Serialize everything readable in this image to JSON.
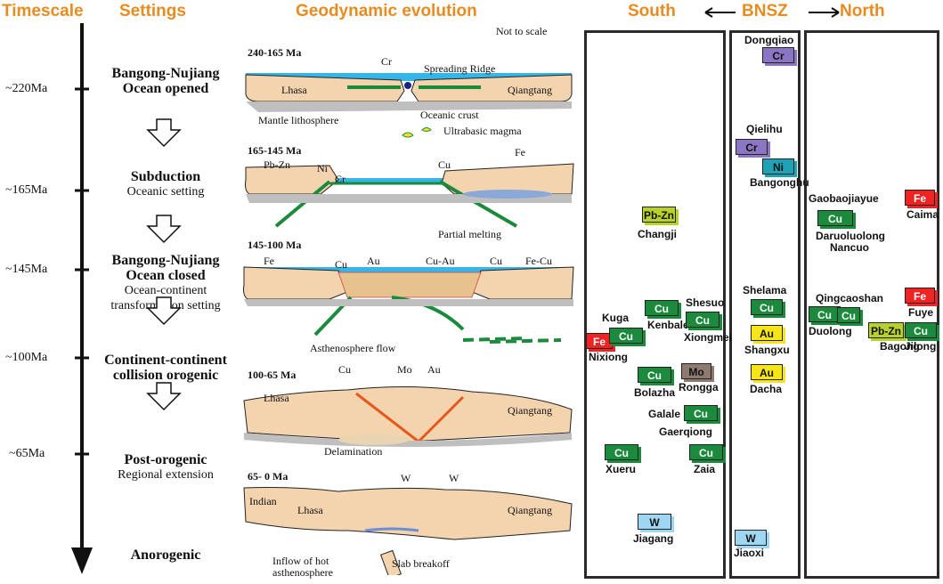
{
  "headers": {
    "timescale": "Timescale",
    "settings": "Settings",
    "evolution": "Geodynamic evolution",
    "south": "South",
    "bnsz": "BNSZ",
    "north": "North"
  },
  "timescale": [
    "~220Ma",
    "~165Ma",
    "~145Ma",
    "~100Ma",
    "~65Ma"
  ],
  "settings": [
    {
      "title": "Bangong-Nujiang\nOcean  opened",
      "sub": ""
    },
    {
      "title": "Subduction",
      "sub": "Oceanic setting"
    },
    {
      "title": "Bangong-Nujiang\nOcean  closed",
      "sub": "Ocean-continent\ntransformation setting"
    },
    {
      "title": "Continent-continent\ncollision orogenic",
      "sub": ""
    },
    {
      "title": "Post-orogenic",
      "sub": "Regional extension"
    },
    {
      "title": "Anorogenic",
      "sub": ""
    }
  ],
  "stages": [
    {
      "age": "240-165 Ma",
      "note": "Not to scale",
      "labels": [
        "Lhasa",
        "Qiangtang",
        "Cr",
        "Spreading Ridge",
        "Mantle lithosphere",
        "Oceanic crust",
        "Ultrabasic magma"
      ]
    },
    {
      "age": "165-145 Ma",
      "labels": [
        "Pb-Zn",
        "Ni",
        "Cr",
        "Cu",
        "Fe",
        "Partial melting"
      ]
    },
    {
      "age": "145-100 Ma",
      "labels": [
        "Fe",
        "Cu",
        "Au",
        "Cu-Au",
        "Cu",
        "Fe-Cu",
        "Asthenosphere flow"
      ]
    },
    {
      "age": "100-65 Ma",
      "labels": [
        "Cu",
        "Mo",
        "Au",
        "Lhasa",
        "Qiangtang",
        "Delamination"
      ]
    },
    {
      "age": "65- 0 Ma",
      "labels": [
        "Indian",
        "Lhasa",
        "W",
        "W",
        "Qiangtang",
        "Inflow of hot\nasthenosphere",
        "Slab breakoff"
      ]
    }
  ],
  "deposits": {
    "south": [
      {
        "m": "Pb-Zn",
        "name": "Changji"
      },
      {
        "m": "Cu",
        "name": "Kenbale"
      },
      {
        "m": "Cu",
        "name": "Shesuo"
      },
      {
        "m": "Cu",
        "name": "Xiongmei"
      },
      {
        "m": "Cu",
        "name": "Kuga"
      },
      {
        "m": "Fe",
        "name": "Nixiong"
      },
      {
        "m": "Cu",
        "name": "Bolazha"
      },
      {
        "m": "Mo",
        "name": "Rongga"
      },
      {
        "m": "Cu",
        "name": "Galale"
      },
      {
        "m": "Cu",
        "name": "Gaerqiong"
      },
      {
        "m": "Cu",
        "name": "Xueru"
      },
      {
        "m": "Cu",
        "name": "Zaia"
      },
      {
        "m": "W",
        "name": "Jiagang"
      }
    ],
    "bnsz": [
      {
        "m": "Cr",
        "name": "Dongqiao"
      },
      {
        "m": "Cr",
        "name": "Qielihu"
      },
      {
        "m": "Ni",
        "name": "Bangonghu"
      },
      {
        "m": "Cu",
        "name": "Shelama"
      },
      {
        "m": "Au",
        "name": "Shangxu"
      },
      {
        "m": "Au",
        "name": "Dacha"
      },
      {
        "m": "W",
        "name": "Jiaoxi"
      }
    ],
    "north": [
      {
        "m": "Fe",
        "name": "Gaobaojiayue"
      },
      {
        "m": "Fe",
        "name": "Caima"
      },
      {
        "m": "Cu",
        "name": "Daruoluolong"
      },
      {
        "m": "Cu",
        "name": "Nancuo"
      },
      {
        "m": "Fe",
        "name": "Qingcaoshan"
      },
      {
        "m": "Fe",
        "name": "Fuye"
      },
      {
        "m": "Cu",
        "name": "Duolong"
      },
      {
        "m": "Pb-Zn",
        "name": "Bagong"
      },
      {
        "m": "Cu",
        "name": "Jilong"
      }
    ]
  },
  "colors": {
    "header": "#e88b20",
    "ocean": "#36b6e8",
    "crust": "#f4d4ae",
    "cu": "#1b8a3c",
    "fe": "#ee2324",
    "cr": "#8a76c2",
    "ni": "#1ea2b5",
    "pbzn": "#b8d12b",
    "mo": "#8f7a72",
    "au": "#f7e51a",
    "w": "#9fd7f2"
  }
}
